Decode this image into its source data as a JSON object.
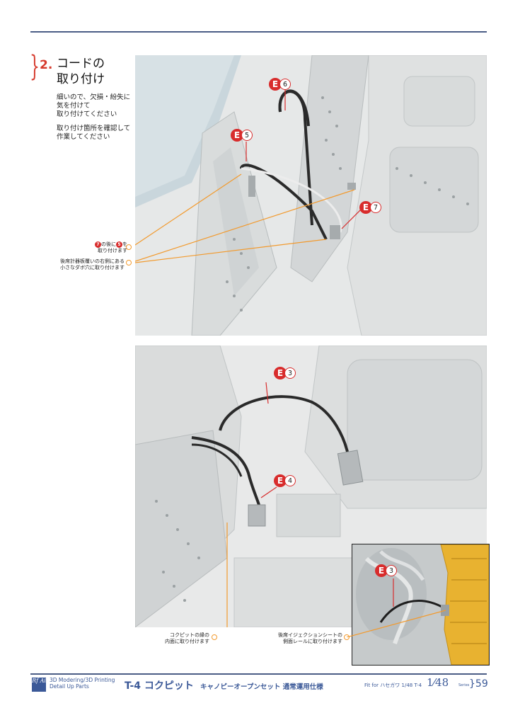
{
  "step": {
    "number": "2.",
    "title_line1": "コードの",
    "title_line2": "取り付け",
    "note1_line1": "細いので、欠損・紛失に",
    "note1_line2": "気を付けて",
    "note1_line3": "取り付けてください",
    "note2_line1": "取り付け箇所を確認して",
    "note2_line2": "作業してください"
  },
  "labels": {
    "e6": {
      "letter": "E",
      "num": "6"
    },
    "e5": {
      "letter": "E",
      "num": "5"
    },
    "e7": {
      "letter": "E",
      "num": "7"
    },
    "e3": {
      "letter": "E",
      "num": "3"
    },
    "e4": {
      "letter": "E",
      "num": "4"
    },
    "e3_inset": {
      "letter": "E",
      "num": "3"
    }
  },
  "callouts": {
    "c1_badge_a": "7",
    "c1_text_a": "の後に",
    "c1_badge_b": "5",
    "c1_line2": "取り付けます",
    "c2_line1": "後席計器板覆いの右側にある",
    "c2_line2": "小さなダボ穴に取り付けます",
    "c3_line1": "コクピットの縁の",
    "c3_line2": "内面に取り付けます",
    "c4_line1": "後席イジェクションシートの",
    "c4_line2": "側面レールに取り付けます"
  },
  "footer": {
    "logo": "Rf Ai",
    "brand_line1": "3D Modering/3D Printing",
    "brand_line2": "Detail Up Parts",
    "title": "T-4 コクピット",
    "subtitle": "キャノピーオープンセット 通常運用仕様",
    "fit_for": "Fit for ハセガワ 1/48 T-4",
    "scale": "1⁄48",
    "series": "Series",
    "page": "}59"
  },
  "colors": {
    "accent_red": "#d82c2c",
    "leader_orange": "#f29a2e",
    "rule_blue": "#4b5d86",
    "brand_blue": "#3b5998",
    "resin_yellow": "#e8b230"
  }
}
